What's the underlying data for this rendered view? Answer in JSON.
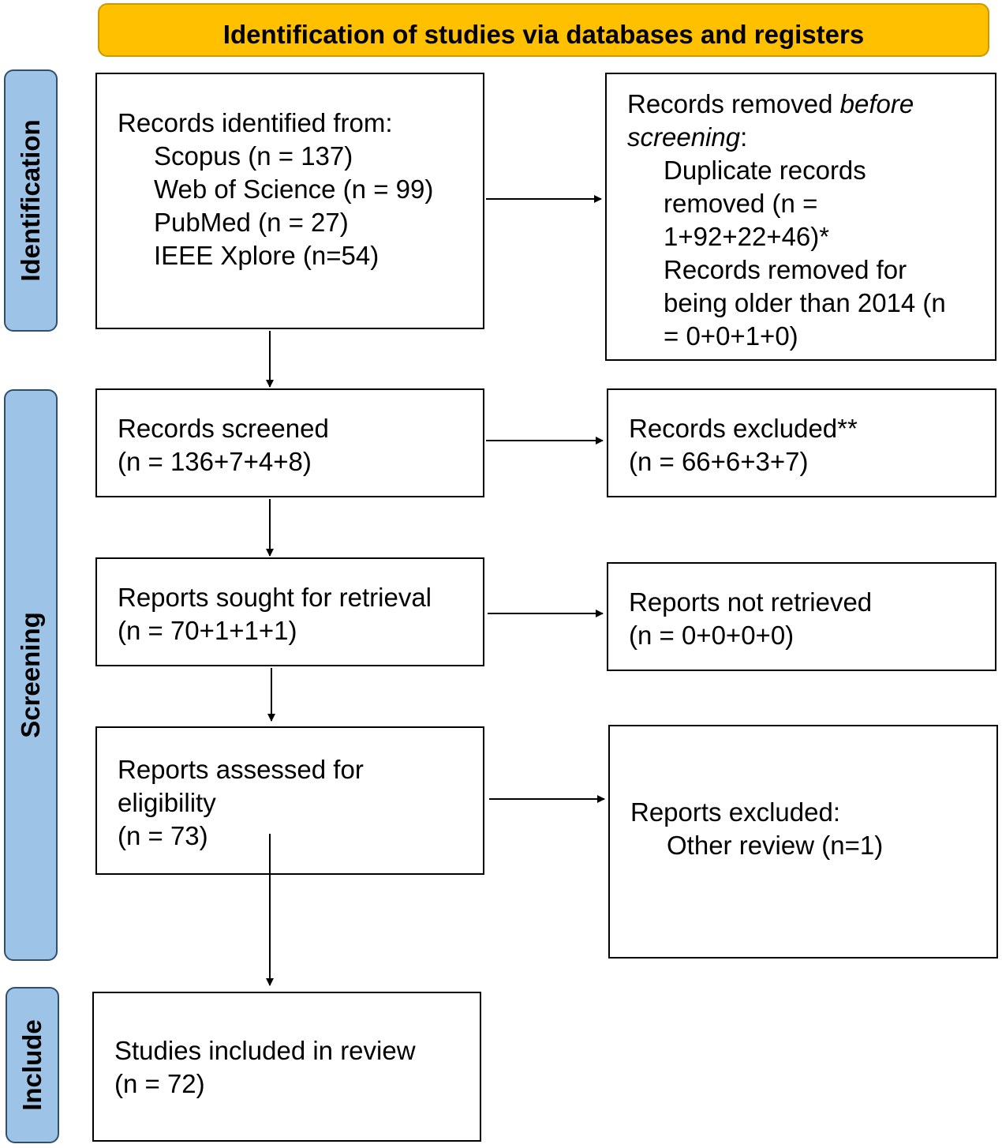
{
  "header": "Identification of studies via databases and registers",
  "phases": {
    "identification": "Identification",
    "screening": "Screening",
    "include": "Include"
  },
  "identified": {
    "title": "Records identified from:",
    "sources": [
      "Scopus (n = 137)",
      "Web of Science (n = 99)",
      "PubMed (n = 27)",
      "IEEE Xplore (n=54)"
    ]
  },
  "removed_before": {
    "title_prefix": "Records removed ",
    "title_italic": "before screening",
    "title_suffix": ":",
    "lines": [
      "Duplicate records",
      "removed (n =",
      "1+92+22+46)*",
      "Records removed for",
      "being older than 2014 (n",
      "= 0+0+1+0)"
    ]
  },
  "screened": {
    "title": "Records screened",
    "n": "(n = 136+7+4+8)"
  },
  "excluded": {
    "title": "Records excluded**",
    "n": "(n = 66+6+3+7)"
  },
  "sought": {
    "title": "Reports sought for retrieval",
    "n": "(n = 70+1+1+1)"
  },
  "not_retrieved": {
    "title": "Reports not retrieved",
    "n": "(n = 0+0+0+0)"
  },
  "assessed": {
    "title": "Reports assessed for",
    "title2": "eligibility",
    "n": "(n = 73)"
  },
  "reports_excluded": {
    "title": "Reports excluded:",
    "reason": "Other review (n=1)"
  },
  "included": {
    "title": "Studies included in review",
    "n": "(n = 72)"
  }
}
